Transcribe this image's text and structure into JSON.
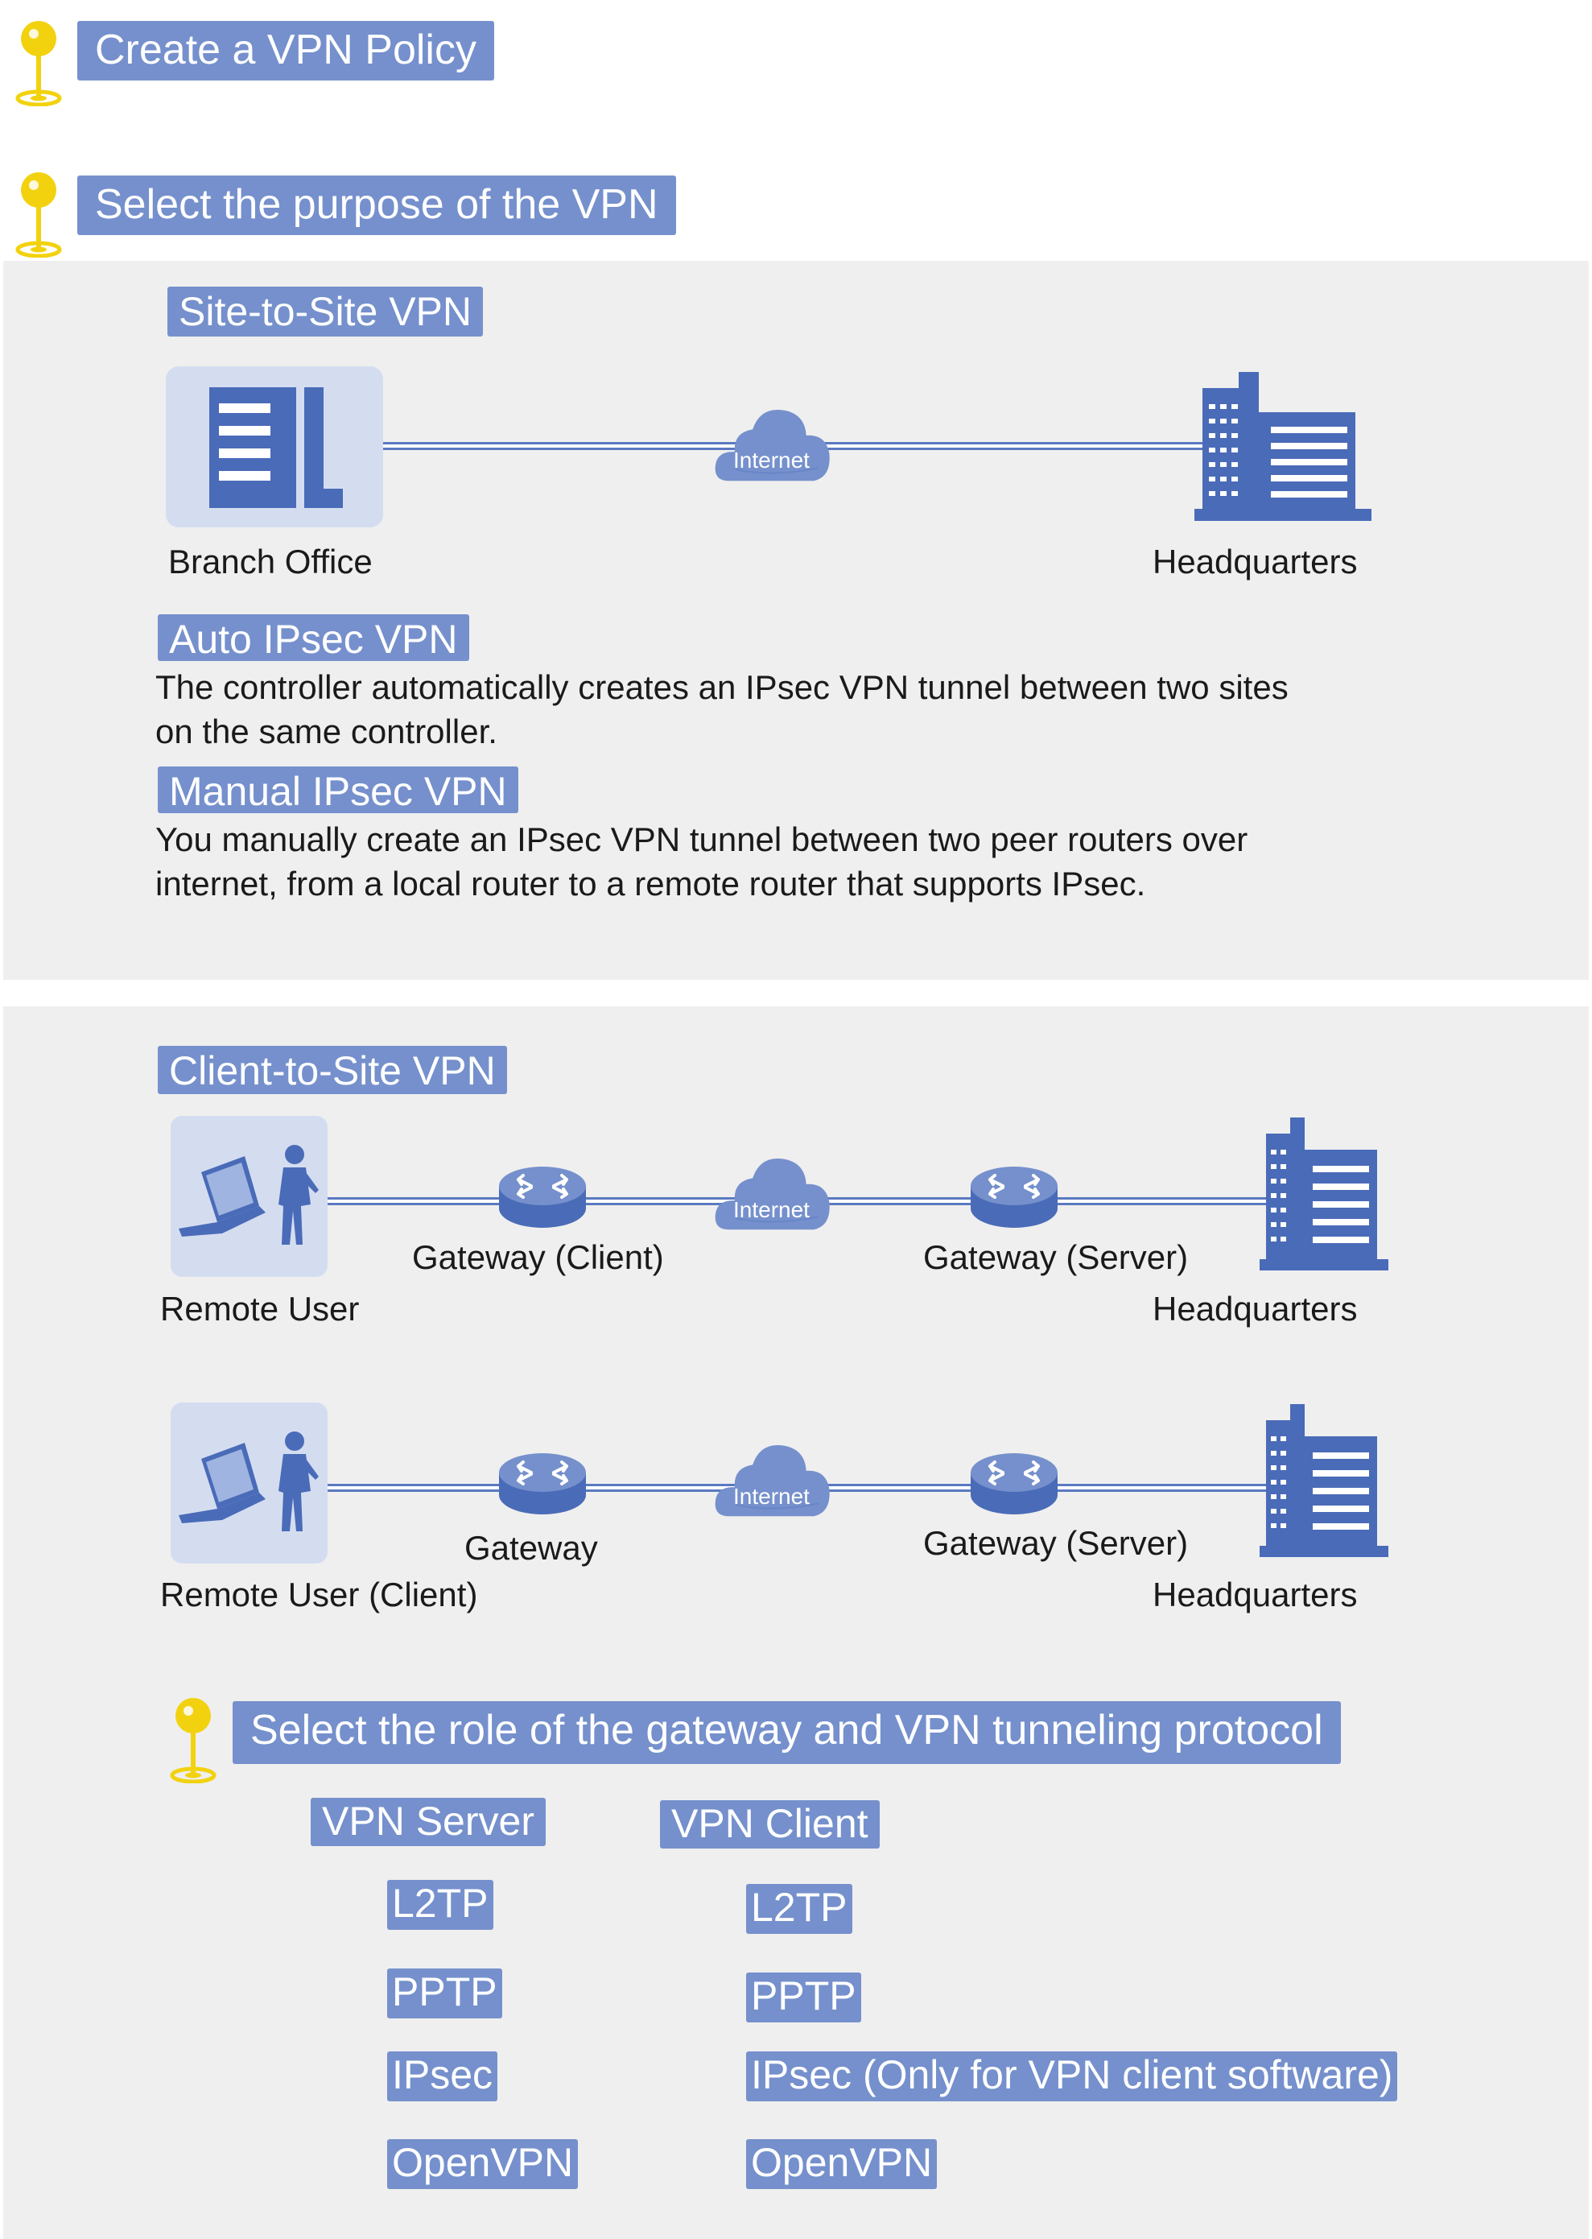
{
  "steps": {
    "create_policy": "Create a VPN Policy",
    "select_purpose": "Select the purpose of the VPN",
    "select_role": "Select the role of the gateway and VPN tunneling protocol"
  },
  "site_to_site": {
    "title": "Site-to-Site VPN",
    "branch_label": "Branch  Office",
    "hq_label": "Headquarters",
    "cloud_label": "Internet",
    "auto": {
      "title": "Auto IPsec VPN",
      "line1": "The controller automatically creates an IPsec VPN tunnel between two sites",
      "line2": "on the same controller."
    },
    "manual": {
      "title": "Manual IPsec VPN",
      "line1": "You manually create an IPsec VPN tunnel between two peer routers over",
      "line2": "internet, from a local router to a remote router that supports IPsec."
    }
  },
  "client_to_site": {
    "title": "Client-to-Site VPN",
    "row1": {
      "user_label": "Remote User",
      "gw_left": "Gateway (Client)",
      "cloud_label": "Internet",
      "gw_right": "Gateway (Server)",
      "hq_label": "Headquarters"
    },
    "row2": {
      "user_label": "Remote User (Client)",
      "gw_left": "Gateway",
      "cloud_label": "Internet",
      "gw_right": "Gateway (Server)",
      "hq_label": "Headquarters"
    }
  },
  "roles": {
    "server": {
      "title": "VPN Server",
      "protocols": [
        "L2TP",
        "PPTP",
        "IPsec",
        "OpenVPN"
      ]
    },
    "client": {
      "title": "VPN Client",
      "protocols": [
        "L2TP",
        "PPTP",
        "IPsec (Only for VPN client software)",
        "OpenVPN"
      ]
    }
  },
  "colors": {
    "accent": "#7590cc",
    "icon": "#4a6bb8",
    "pin": "#f2d20f",
    "panel": "#efefef"
  }
}
